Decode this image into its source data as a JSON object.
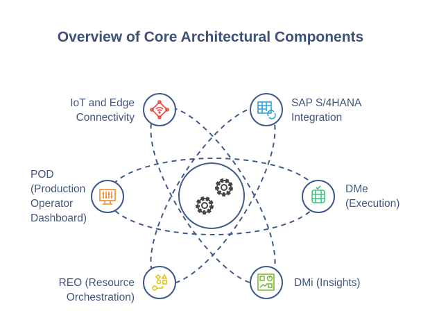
{
  "title": "Overview of Core Architectural Components",
  "center": {
    "icon": "gears-icon"
  },
  "components": [
    {
      "id": "iot",
      "label": "IoT and Edge Connectivity",
      "lines": [
        "IoT and Edge",
        "Connectivity"
      ],
      "icon": "iot-wifi-hub-icon",
      "color": "#e8473e"
    },
    {
      "id": "sap",
      "label": "SAP S/4HANA Integration",
      "lines": [
        "SAP S/4HANA",
        "Integration"
      ],
      "icon": "table-sync-icon",
      "color": "#2f9fd8"
    },
    {
      "id": "pod",
      "label": "POD (Production Operator Dashboard)",
      "lines": [
        "POD",
        "(Production",
        "Operator",
        "Dashboard)"
      ],
      "icon": "monitor-sliders-icon",
      "color": "#ee8a2b"
    },
    {
      "id": "dme",
      "label": "DMe (Execution)",
      "lines": [
        "DMe",
        "(Execution)"
      ],
      "icon": "server-check-icon",
      "color": "#3cc47c"
    },
    {
      "id": "reo",
      "label": "REO (Resource Orchestration)",
      "lines": [
        "REO (Resource",
        "Orchestration)"
      ],
      "icon": "shapes-key-icon",
      "color": "#e2c21a"
    },
    {
      "id": "dmi",
      "label": "DMi (Insights)",
      "lines": [
        "DMi (Insights)"
      ],
      "icon": "dashboard-chart-icon",
      "color": "#7dba3a"
    }
  ],
  "colors": {
    "stroke": "#3d5a88",
    "text": "#41577f"
  }
}
